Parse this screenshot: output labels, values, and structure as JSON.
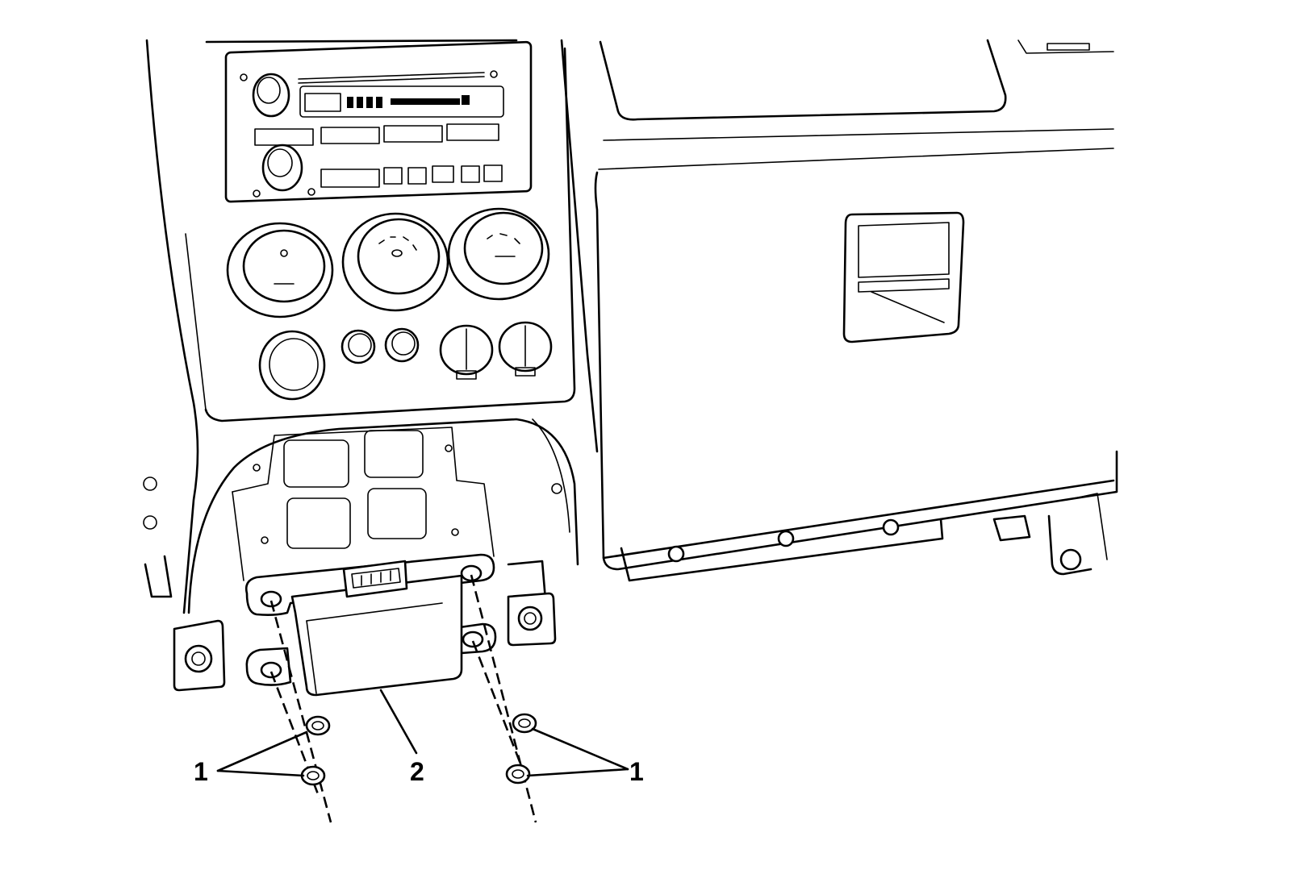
{
  "figure": {
    "callouts": {
      "fasteners_left": "1",
      "fasteners_right": "1",
      "module": "2"
    },
    "colors": {
      "line": "#000000",
      "background": "#ffffff"
    }
  }
}
